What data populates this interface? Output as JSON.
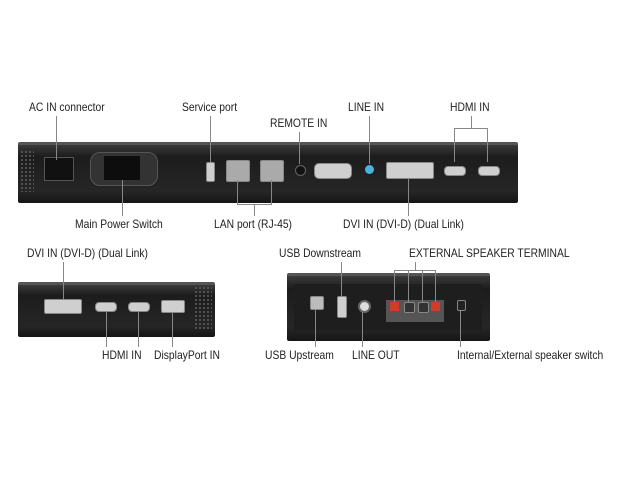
{
  "top_panel": {
    "labels": {
      "ac_in": "AC IN connector",
      "service_port": "Service port",
      "remote_in": "REMOTE IN",
      "line_in": "LINE IN",
      "hdmi_in": "HDMI IN",
      "main_power_switch": "Main Power Switch",
      "lan_port": "LAN port (RJ-45)",
      "dvi_in": "DVI IN (DVI-D) (Dual Link)"
    }
  },
  "bottom_left_panel": {
    "labels": {
      "dvi_in": "DVI IN (DVI-D) (Dual Link)",
      "hdmi_in": "HDMI IN",
      "displayport_in": "DisplayPort IN"
    }
  },
  "bottom_right_panel": {
    "labels": {
      "usb_downstream": "USB Downstream",
      "external_speaker_terminal": "EXTERNAL SPEAKER TERMINAL",
      "usb_upstream": "USB Upstream",
      "line_out": "LINE OUT",
      "speaker_switch": "Internal/External speaker switch"
    }
  },
  "colors": {
    "panel": "#262626",
    "terminal_red": "#d23a2a",
    "line_in_blue": "#4ab3e0"
  }
}
